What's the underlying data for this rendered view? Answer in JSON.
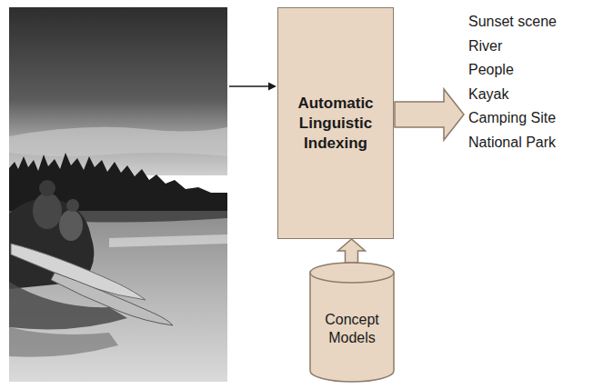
{
  "diagram": {
    "nodes": [
      {
        "text": [
          "Automatic Linguistic Indexing"
        ]
      },
      {
        "text": [
          "Concept Models"
        ]
      }
    ],
    "edges": [
      {
        "from": 1,
        "to": 0,
        "arrow": "to"
      }
    ],
    "labels": [
      "Sunset scene",
      "River",
      "People",
      "Kayak",
      "Camping Site",
      "National Park"
    ]
  }
}
